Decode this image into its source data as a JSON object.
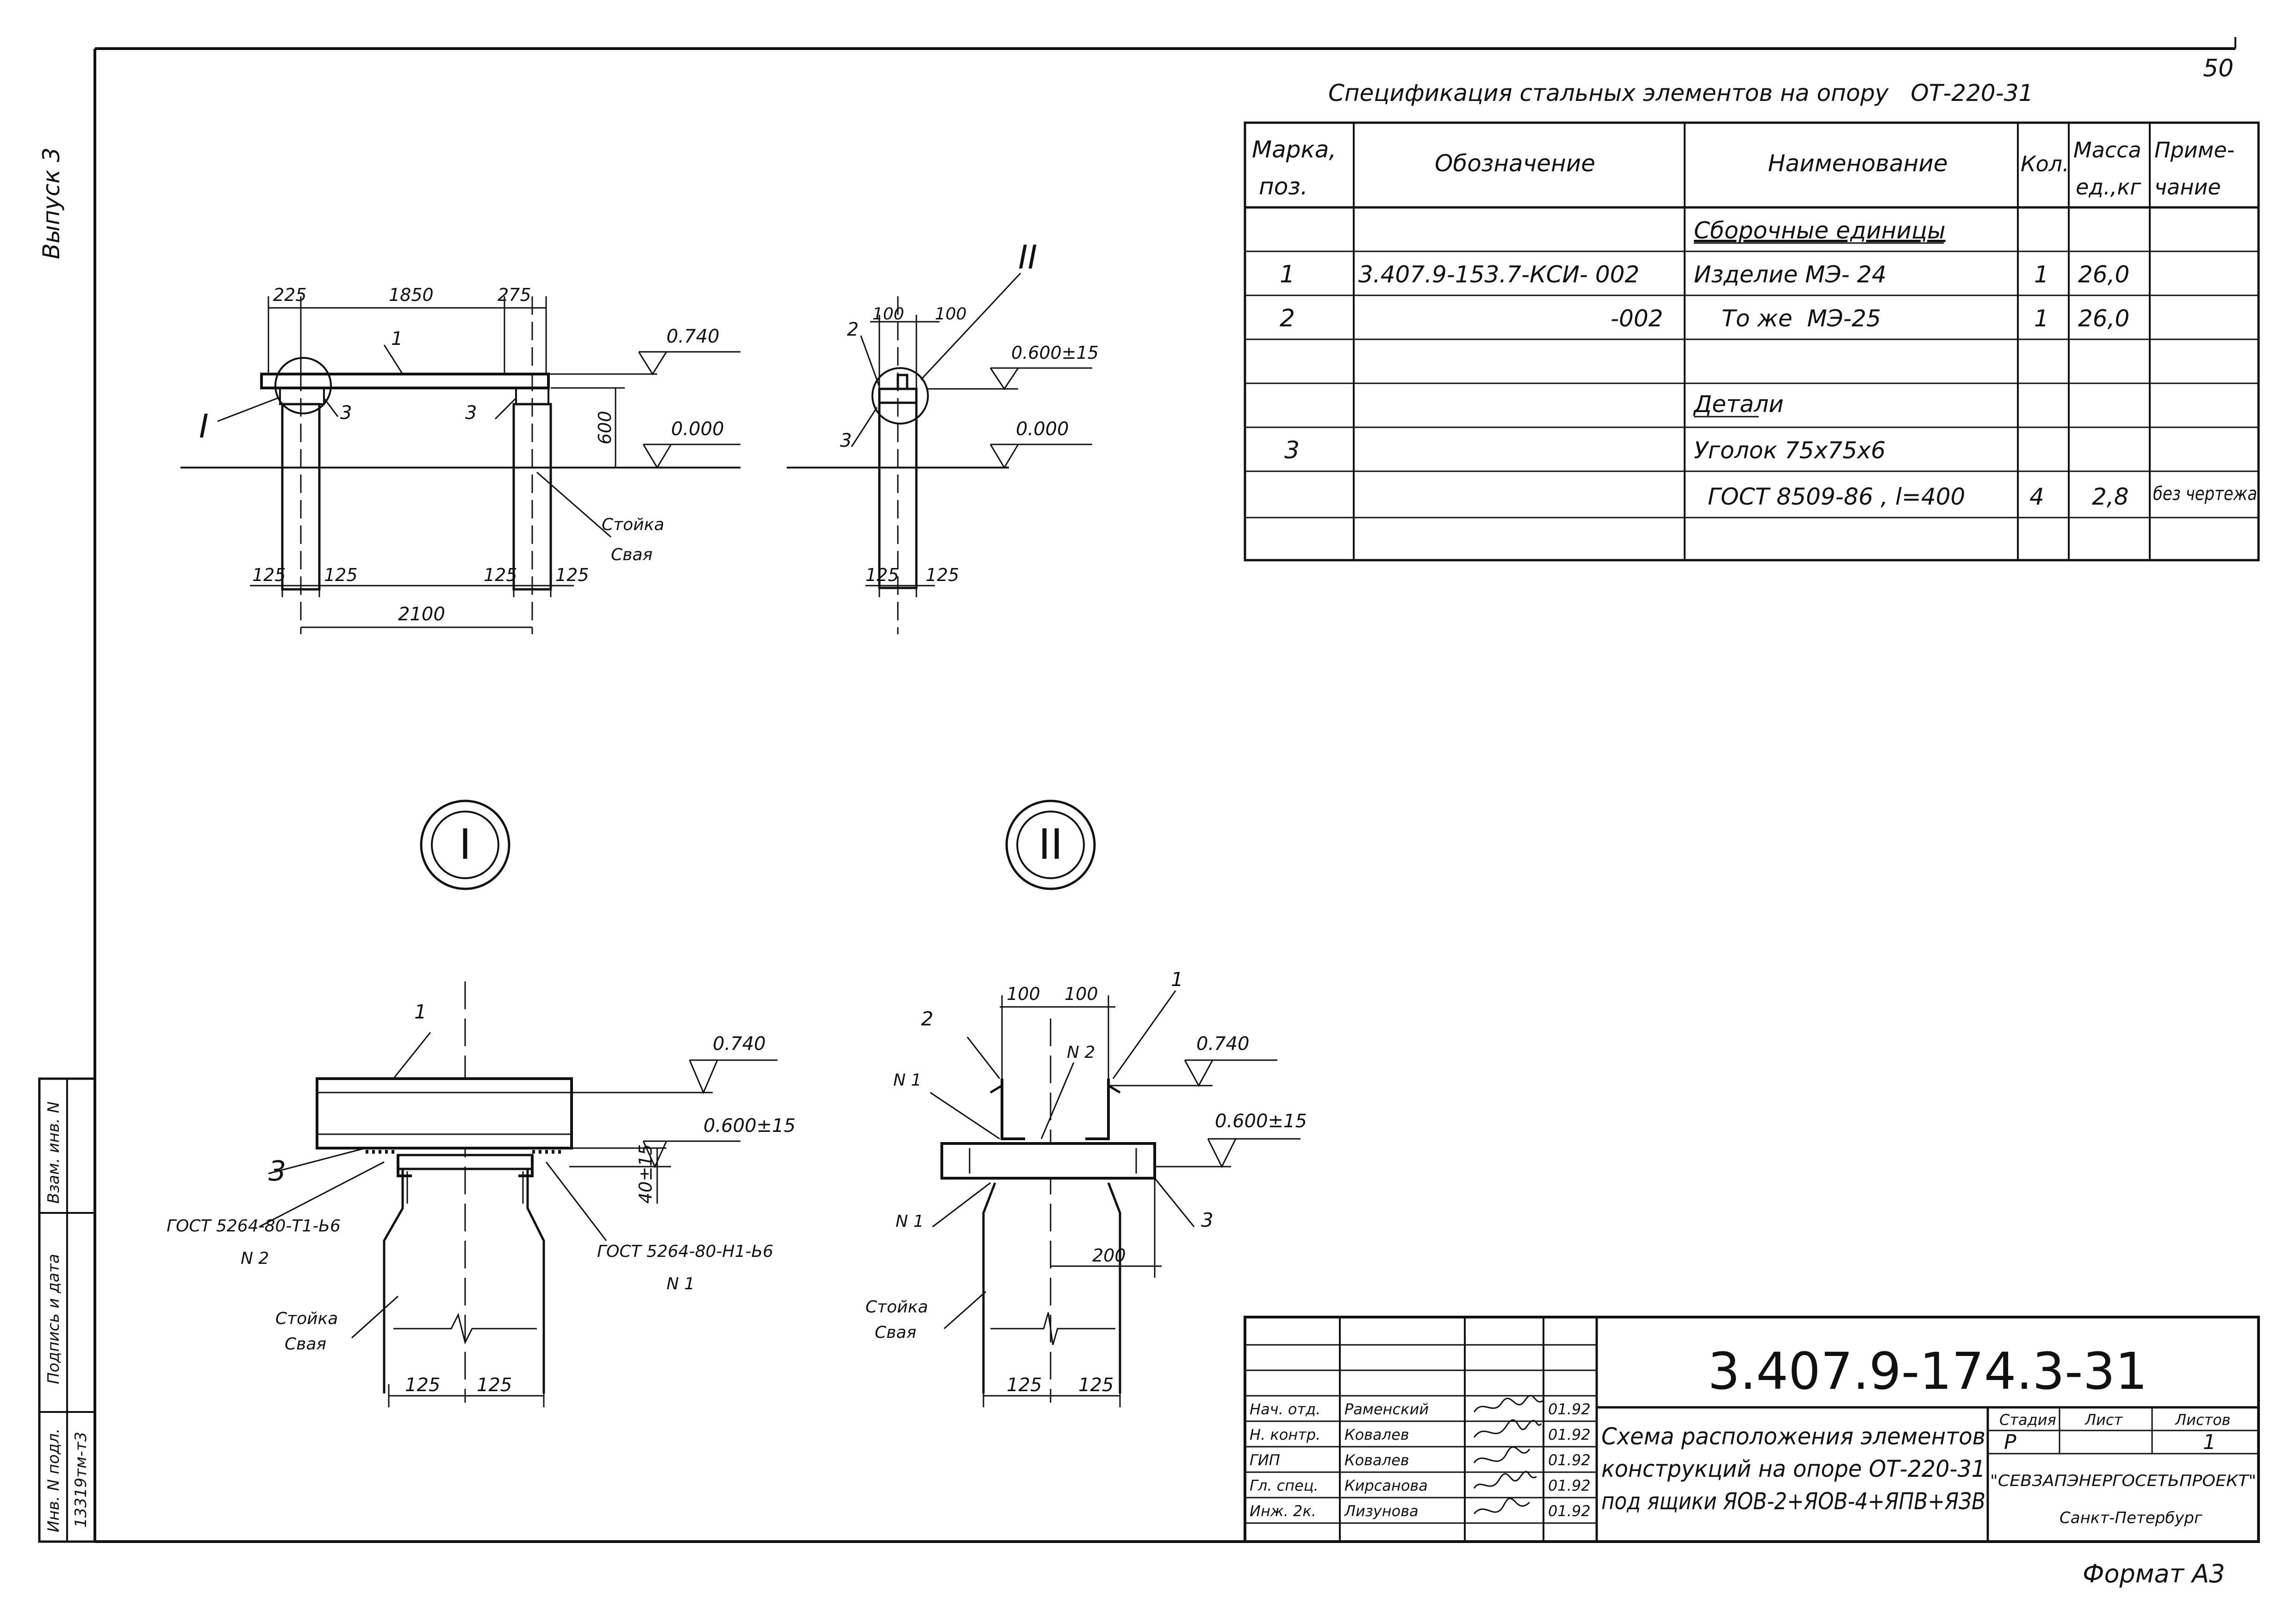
{
  "margin": {
    "issue": "Выпуск 3",
    "page_number": "50",
    "format": "Формат А3",
    "side_stamp": {
      "vzam_inv": "Взам. инв. N",
      "podpis_data": "Подпись и дата",
      "inv_podl": "Инв. N подл.",
      "inv_value": "13319тм-т3"
    }
  },
  "spec": {
    "title": "Спецификация стальных элементов на опору   ОТ-220-31",
    "headers": {
      "mark_line1": "Марка,",
      "mark_line2": "поз.",
      "designation": "Обозначение",
      "name": "Наименование",
      "qty": "Кол.",
      "mass_line1": "Масса",
      "mass_line2": "ед.,кг",
      "note_line1": "Приме-",
      "note_line2": "чание"
    },
    "rows": [
      {
        "mark": "",
        "designation": "",
        "name": "Сборочные единицы",
        "qty": "",
        "mass": "",
        "note": ""
      },
      {
        "mark": "1",
        "designation": "3.407.9-153.7-КСИ- 002",
        "name": "Изделие МЭ- 24",
        "qty": "1",
        "mass": "26,0",
        "note": ""
      },
      {
        "mark": "2",
        "designation": "-002",
        "name": "То же  МЭ-25",
        "qty": "1",
        "mass": "26,0",
        "note": ""
      },
      {
        "mark": "",
        "designation": "",
        "name": "",
        "qty": "",
        "mass": "",
        "note": ""
      },
      {
        "mark": "",
        "designation": "",
        "name": "Детали",
        "qty": "",
        "mass": "",
        "note": ""
      },
      {
        "mark": "3",
        "designation": "",
        "name": "Уголок 75х75х6",
        "qty": "",
        "mass": "",
        "note": ""
      },
      {
        "mark": "",
        "designation": "",
        "name": "ГОСТ 8509-86 , l=400",
        "qty": "4",
        "mass": "2,8",
        "note": "без чертежа"
      },
      {
        "mark": "",
        "designation": "",
        "name": "",
        "qty": "",
        "mass": "",
        "note": ""
      }
    ]
  },
  "drawing": {
    "view_a": {
      "dims": [
        "225",
        "1850",
        "275",
        "600",
        "125",
        "125",
        "125",
        "125",
        "2100"
      ],
      "levels": [
        "0.740",
        "0.000"
      ],
      "callouts": [
        "1",
        "3",
        "3",
        "I"
      ],
      "post_label_1": "Стойка",
      "post_label_2": "Свая"
    },
    "view_b": {
      "dims": [
        "100",
        "100",
        "125",
        "125"
      ],
      "levels": [
        "0.600±15",
        "0.000"
      ],
      "callouts": [
        "2",
        "3",
        "II"
      ]
    },
    "detail_i": {
      "marker": "I",
      "callouts": [
        "1",
        "3"
      ],
      "levels": [
        "0.740",
        "0.600±15"
      ],
      "dim_vertical": "40±15",
      "weld_left": "ГОСТ 5264-80-Т1-Ь6",
      "weld_left_mark": "N 2",
      "weld_right": "ГОСТ 5264-80-Н1-Ь6",
      "weld_right_mark": "N 1",
      "dims": [
        "125",
        "125"
      ],
      "post_label_1": "Стойка",
      "post_label_2": "Свая"
    },
    "detail_ii": {
      "marker": "II",
      "callouts": [
        "1",
        "2",
        "3"
      ],
      "dims_top": [
        "100",
        "100"
      ],
      "levels": [
        "0.740",
        "0.600±15"
      ],
      "weld_marks": [
        "N 1",
        "N 2",
        "N 1"
      ],
      "dim_side": "200",
      "dims": [
        "125",
        "125"
      ],
      "post_label_1": "Стойка",
      "post_label_2": "Свая"
    }
  },
  "title_block": {
    "doc_code": "3.407.9-174.3-31",
    "description": [
      "Схема расположения элементов",
      "конструкций на опоре ОТ-220-31",
      "под ящики ЯОВ-2+ЯОВ-4+ЯПВ+ЯЗВ"
    ],
    "stage_header": "Стадия",
    "sheet_header": "Лист",
    "sheets_header": "Листов",
    "stage": "Р",
    "sheets": "1",
    "org": "\"СЕВЗАПЭНЕРГОСЕТЬПРОЕКТ\"",
    "city": "Санкт-Петербург",
    "people": [
      {
        "role": "Нач. отд.",
        "name": "Раменский",
        "date": "01.92"
      },
      {
        "role": "Н. контр.",
        "name": "Ковалев",
        "date": "01.92"
      },
      {
        "role": "ГИП",
        "name": "Ковалев",
        "date": "01.92"
      },
      {
        "role": "Гл. спец.",
        "name": "Кирсанова",
        "date": "01.92"
      },
      {
        "role": "Инж. 2к.",
        "name": "Лизунова",
        "date": "01.92"
      }
    ]
  }
}
